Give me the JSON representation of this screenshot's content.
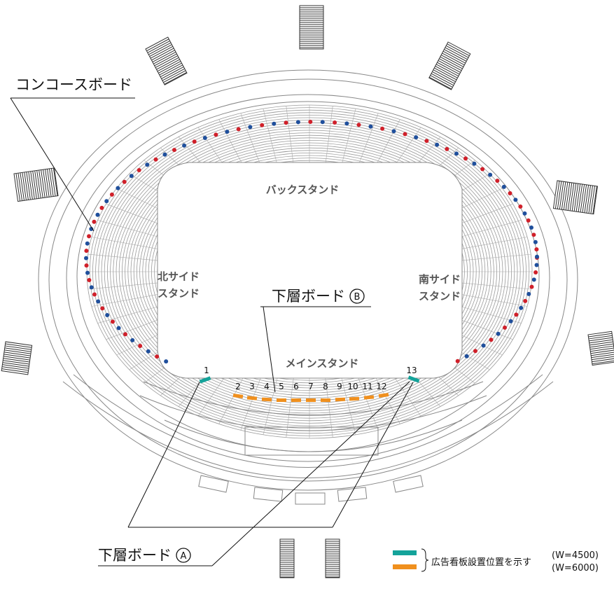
{
  "title": "",
  "colors": {
    "board_w4500": "#14a39a",
    "board_w6000": "#f0901e",
    "concourse_red": "#d0202a",
    "concourse_blue": "#1f4f9c",
    "outline": "#777777",
    "seat_rows": "#9a9a9a"
  },
  "stands": {
    "back": "バックスタンド",
    "north_line1": "北サイド",
    "north_line2": "スタンド",
    "south_line1": "南サイド",
    "south_line2": "スタンド",
    "main": "メインスタンド"
  },
  "callouts": {
    "concourse": "コンコースボード",
    "lower_b": "下層ボード",
    "lower_b_mark": "B",
    "lower_a": "下層ボード",
    "lower_a_mark": "A"
  },
  "boards": [
    {
      "id": "1",
      "type": "W=4500"
    },
    {
      "id": "2",
      "type": "W=6000"
    },
    {
      "id": "3",
      "type": "W=6000"
    },
    {
      "id": "4",
      "type": "W=6000"
    },
    {
      "id": "5",
      "type": "W=6000"
    },
    {
      "id": "6",
      "type": "W=6000"
    },
    {
      "id": "7",
      "type": "W=6000"
    },
    {
      "id": "8",
      "type": "W=6000"
    },
    {
      "id": "9",
      "type": "W=6000"
    },
    {
      "id": "10",
      "type": "W=6000"
    },
    {
      "id": "11",
      "type": "W=6000"
    },
    {
      "id": "12",
      "type": "W=6000"
    },
    {
      "id": "13",
      "type": "W=4500"
    }
  ],
  "legend": {
    "label": "広告看板設置位置を示す",
    "w4500": "(W=4500)",
    "w6000": "(W=6000)"
  }
}
